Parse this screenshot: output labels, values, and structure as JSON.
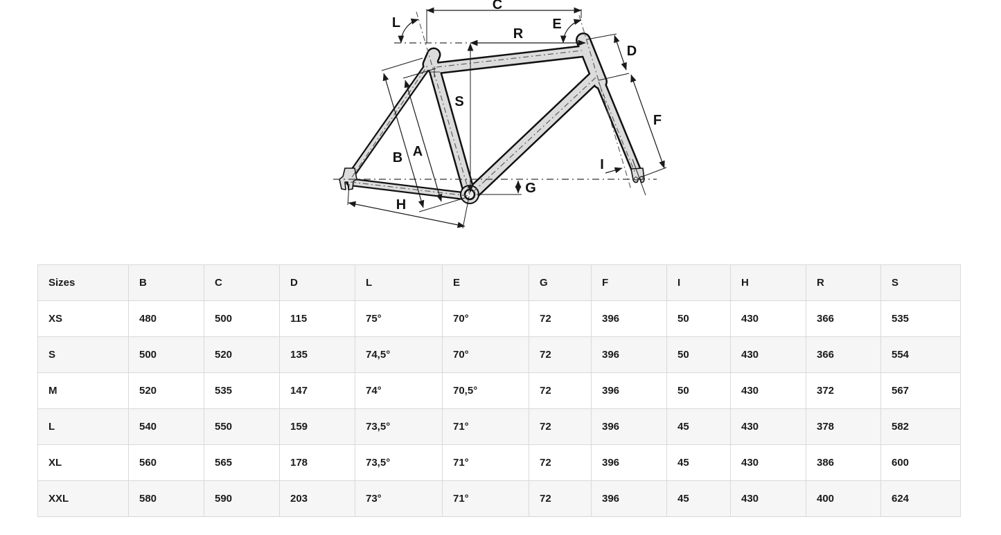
{
  "diagram": {
    "labels": {
      "C": "C",
      "L": "L",
      "R": "R",
      "E": "E",
      "D": "D",
      "S": "S",
      "B": "B",
      "A": "A",
      "H": "H",
      "G": "G",
      "I": "I",
      "F": "F"
    },
    "frame_fill": "#dcdcdc",
    "outline_color": "#111111",
    "dimension_line_color": "#1a1a1a"
  },
  "table": {
    "header_bg": "#f5f5f5",
    "stripe_bg": "#f6f6f6",
    "border_color": "#d9d9d9",
    "headers": [
      "Sizes",
      "B",
      "C",
      "D",
      "L",
      "E",
      "G",
      "F",
      "I",
      "H",
      "R",
      "S"
    ],
    "rows": [
      [
        "XS",
        "480",
        "500",
        "115",
        "75°",
        "70°",
        "72",
        "396",
        "50",
        "430",
        "366",
        "535"
      ],
      [
        "S",
        "500",
        "520",
        "135",
        "74,5°",
        "70°",
        "72",
        "396",
        "50",
        "430",
        "366",
        "554"
      ],
      [
        "M",
        "520",
        "535",
        "147",
        "74°",
        "70,5°",
        "72",
        "396",
        "50",
        "430",
        "372",
        "567"
      ],
      [
        "L",
        "540",
        "550",
        "159",
        "73,5°",
        "71°",
        "72",
        "396",
        "45",
        "430",
        "378",
        "582"
      ],
      [
        "XL",
        "560",
        "565",
        "178",
        "73,5°",
        "71°",
        "72",
        "396",
        "45",
        "430",
        "386",
        "600"
      ],
      [
        "XXL",
        "580",
        "590",
        "203",
        "73°",
        "71°",
        "72",
        "396",
        "45",
        "430",
        "400",
        "624"
      ]
    ]
  }
}
